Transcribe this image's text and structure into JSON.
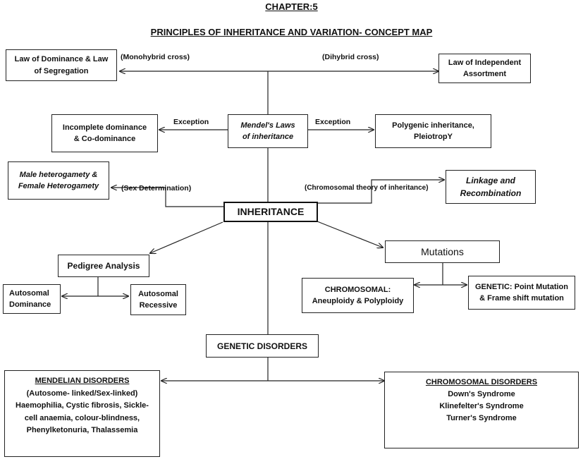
{
  "header": {
    "chapter": "CHAPTER:5",
    "title": "PRINCIPLES OF INHERITANCE AND VARIATION- CONCEPT MAP"
  },
  "nodes": {
    "dominance_segregation": [
      "Law of Dominance & Law",
      "of Segregation"
    ],
    "independent_assortment": [
      "Law of Independent",
      "Assortment"
    ],
    "incomplete_dominance": [
      "Incomplete dominance",
      "& Co-dominance"
    ],
    "mendels_laws": [
      "Mendel's Laws",
      "of inheritance"
    ],
    "polygenic": [
      "Polygenic inheritance,",
      "PleiotropY"
    ],
    "heterogamety": [
      "Male heterogamety &",
      "Female Heterogamety"
    ],
    "linkage": [
      "Linkage and",
      "Recombination"
    ],
    "inheritance": "INHERITANCE",
    "pedigree": "Pedigree Analysis",
    "mutations": "Mutations",
    "autosomal_dominance": [
      "Autosomal",
      "Dominance"
    ],
    "autosomal_recessive": [
      "Autosomal",
      "Recessive"
    ],
    "chromosomal": [
      "CHROMOSOMAL:",
      "Aneuploidy & Polyploidy"
    ],
    "genetic": [
      "GENETIC: Point Mutation",
      "& Frame shift mutation"
    ],
    "genetic_disorders": "GENETIC DISORDERS",
    "mendelian_disorders": {
      "heading": "MENDELIAN DISORDERS",
      "lines": [
        "(Autosome- linked/Sex-linked)",
        "Haemophilia, Cystic fibrosis, Sickle-",
        "cell anaemia, colour-blindness,",
        "Phenylketonuria, Thalassemia"
      ]
    },
    "chromosomal_disorders": {
      "heading": "CHROMOSOMAL DISORDERS",
      "lines": [
        "Down's Syndrome",
        "Klinefelter's Syndrome",
        "Turner's Syndrome"
      ]
    }
  },
  "edge_labels": {
    "monohybrid": "(Monohybrid cross)",
    "dihybrid": "(Dihybrid cross)",
    "exception_left": "Exception",
    "exception_right": "Exception",
    "sex_determination": "(Sex Determination)",
    "chromosomal_theory": "(Chromosomal theory of inheritance)"
  }
}
